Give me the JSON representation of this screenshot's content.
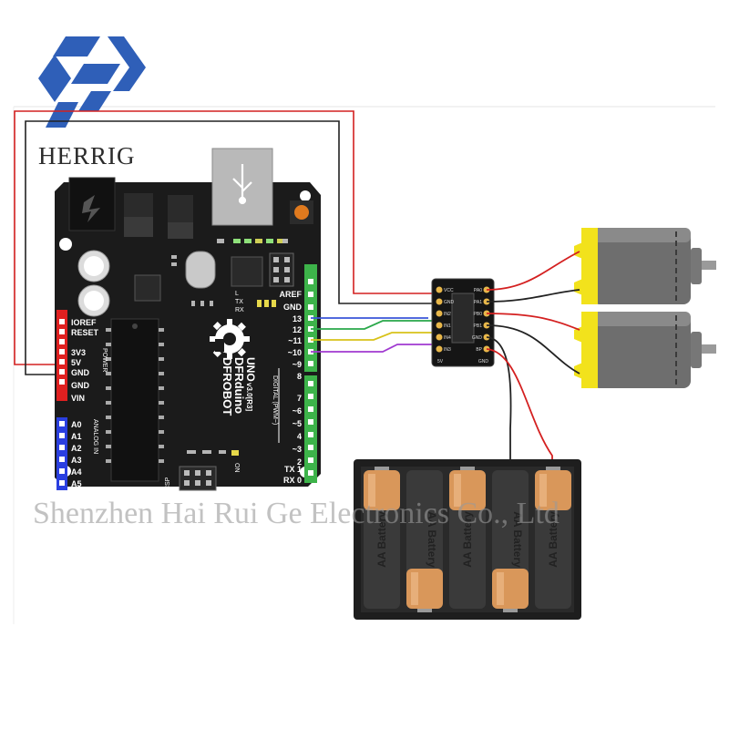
{
  "brand": {
    "logo_name": "HERRIG",
    "logo_color": "#2f5fb8"
  },
  "watermark": "Shenzhen Hai Rui Ge Electronics Co., Ltd",
  "board": {
    "name_line1": "DFROBOT",
    "name_line2": "DFRduino",
    "name_line3": "UNO",
    "version": "v3.0[R3]",
    "icsp_label": "ICSP",
    "on_label": "ON",
    "tx_label": "TX",
    "rx_label": "RX",
    "l_label": "L",
    "power_header_labels": [
      "IOREF",
      "RESET",
      "3V3",
      "5V",
      "GND",
      "GND",
      "VIN"
    ],
    "power_section_label": "POWER",
    "analog_header_labels": [
      "A0",
      "A1",
      "A2",
      "A3",
      "A4",
      "A5"
    ],
    "analog_section_label": "ANALOG IN",
    "digital_header_labels": [
      "AREF",
      "GND",
      "13",
      "12",
      "~11",
      "~10",
      "~9",
      "8",
      "7",
      "~6",
      "~5",
      "4",
      "~3",
      "2",
      "TX 1",
      "RX 0"
    ],
    "digital_section_label": "DIGITAL (PWM~)"
  },
  "driver": {
    "left_pins": [
      "VCC",
      "GND",
      "IN2",
      "IN1",
      "IN4",
      "IN3"
    ],
    "right_pins": [
      "PA0",
      "PA1",
      "PB0",
      "PB1",
      "GND",
      "BP"
    ],
    "bottom_left": "5V",
    "bottom_right": "GND"
  },
  "battery": {
    "labels": [
      "AA Battery",
      "AA Battery",
      "AA Battery",
      "AA Battery",
      "AA Battery"
    ]
  },
  "wire_colors": {
    "red": "#d42020",
    "black": "#222222",
    "blue": "#3a55d8",
    "green": "#2aa84a",
    "yellow": "#d8c21a",
    "purple": "#a03ad0"
  }
}
